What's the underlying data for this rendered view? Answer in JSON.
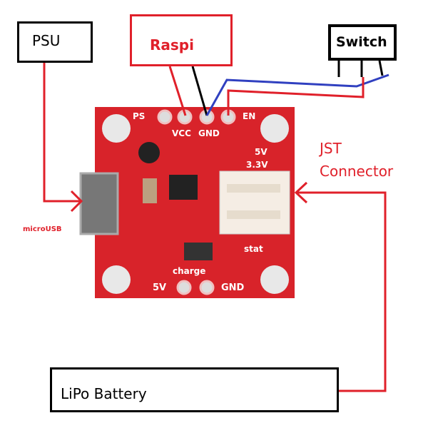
{
  "labels": {
    "psu": "PSU",
    "raspi": "Raspi",
    "switch": "Switch",
    "jst": "JST",
    "connector": "Connector",
    "microusb": "microUSB",
    "lipo": "LiPo Battery"
  },
  "board": {
    "ps": "PS",
    "vcc": "VCC",
    "gnd_top": "GND",
    "en": "EN",
    "v5": "5V",
    "v33": "3.3V",
    "stat": "stat",
    "charge": "charge",
    "v5_bottom": "5V",
    "gnd_bottom": "GND"
  },
  "colors": {
    "wire_red": "#e0202a",
    "wire_blue": "#3040c0",
    "wire_black": "#000000",
    "board": "#d8232a",
    "raspi_box": "#e0202a"
  }
}
